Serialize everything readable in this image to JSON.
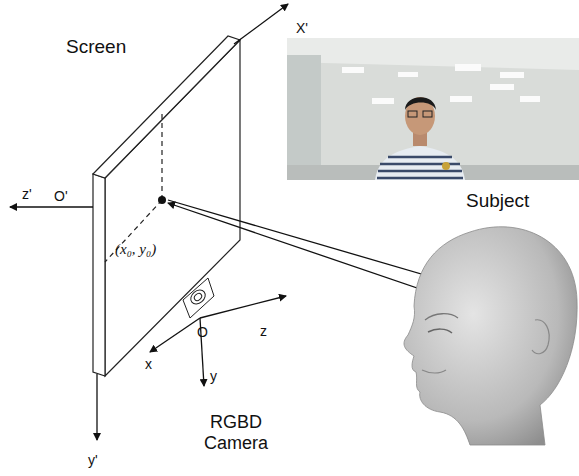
{
  "diagram": {
    "labels": [
      "Screen",
      "X'",
      "z'",
      "O'",
      "(x₀, y₀)",
      "O",
      "x",
      "z",
      "y",
      "y'",
      "RGBD Camera",
      "Subject"
    ]
  }
}
